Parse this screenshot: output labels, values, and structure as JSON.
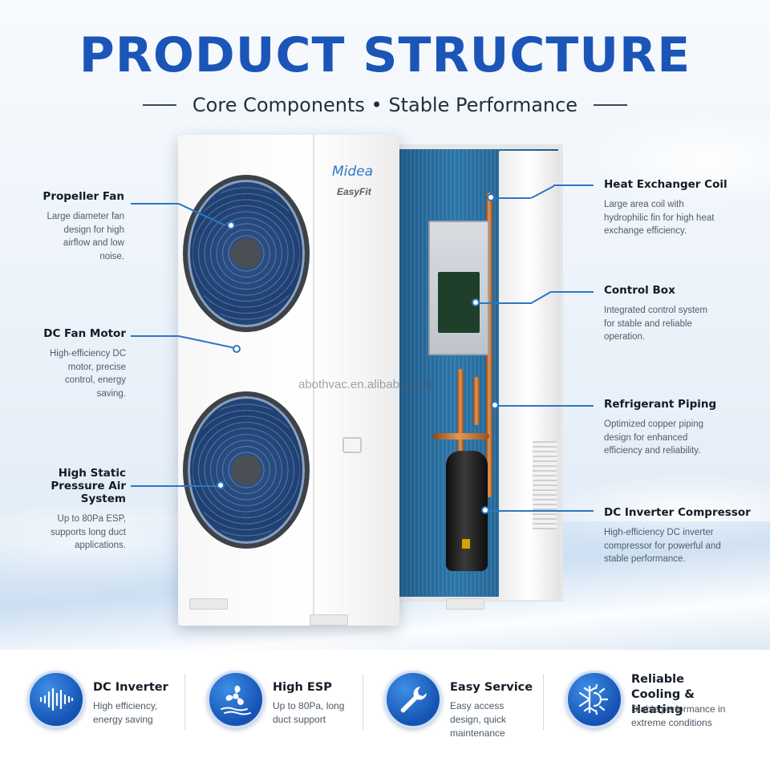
{
  "header": {
    "title": "PRODUCT STRUCTURE",
    "subtitle": "Core Components • Stable Performance"
  },
  "product": {
    "brand": "Midea",
    "model_line": "EasyFit",
    "watermark": "abothvac.en.alibaba.com"
  },
  "callouts_left": [
    {
      "title": "Propeller Fan",
      "description": "Large diameter fan design for high airflow and low noise."
    },
    {
      "title": "DC Fan Motor",
      "description": "High-efficiency DC motor, precise control, energy saving."
    },
    {
      "title": "High Static Pressure Air System",
      "description": "Up to 80Pa ESP, supports long duct applications."
    }
  ],
  "callouts_right": [
    {
      "title": "Heat Exchanger Coil",
      "description": "Large area coil with hydrophilic fin for high heat exchange efficiency."
    },
    {
      "title": "Control Box",
      "description": "Integrated control system for stable and reliable operation."
    },
    {
      "title": "Refrigerant Piping",
      "description": "Optimized copper piping design for enhanced efficiency and reliability."
    },
    {
      "title": "DC Inverter Compressor",
      "description": "High-efficiency DC inverter compressor for powerful and stable performance."
    }
  ],
  "features": [
    {
      "title": "DC Inverter",
      "description": "High efficiency, energy saving",
      "icon": "waveform-icon"
    },
    {
      "title": "High ESP",
      "description": "Up to 80Pa, long duct support",
      "icon": "fan-airflow-icon"
    },
    {
      "title": "Easy Service",
      "description": "Easy access design, quick maintenance",
      "icon": "wrench-icon"
    },
    {
      "title": "Reliable Cooling & Heating",
      "description": "Stable performance in extreme conditions",
      "icon": "snowflake-sun-icon"
    }
  ],
  "colors": {
    "accent": "#1b55b8",
    "callout_line": "#2c76c8",
    "icon_blue": "#1552b3"
  }
}
